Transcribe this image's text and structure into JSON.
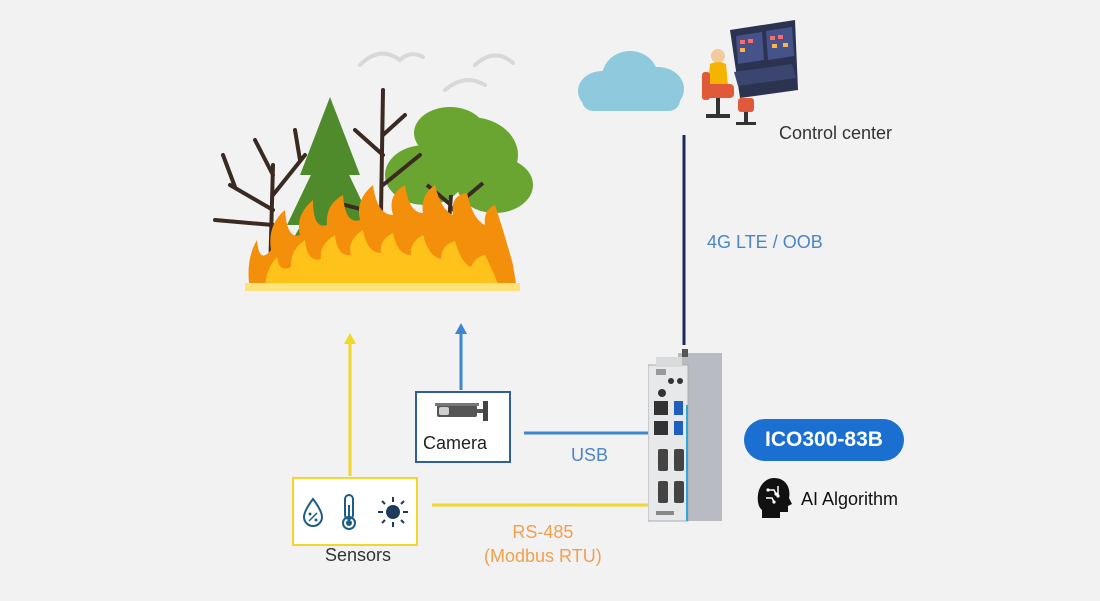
{
  "diagram": {
    "control_center_label": "Control center",
    "link_label": "4G LTE / OOB",
    "usb_label": "USB",
    "rs485_line1": "RS-485",
    "rs485_line2": "(Modbus RTU)",
    "camera_label": "Camera",
    "sensors_label": "Sensors",
    "device_model": "ICO300-83B",
    "ai_label": "AI Algorithm"
  },
  "icons": {
    "cloud": "cloud-icon",
    "operator": "operator-workstation-icon",
    "fire": "forest-fire-illustration",
    "camera": "security-camera-icon",
    "humidity": "humidity-drop-icon",
    "temperature": "thermometer-icon",
    "light": "sun-icon",
    "device": "industrial-pc-icon",
    "ai": "ai-head-icon"
  },
  "colors": {
    "background": "#f2f2f2",
    "navy_line": "#1b2a5e",
    "blue_line": "#3f86cf",
    "yellow_line": "#f1d72b",
    "badge": "#1a6fd1",
    "rs485_text": "#f0a050"
  }
}
